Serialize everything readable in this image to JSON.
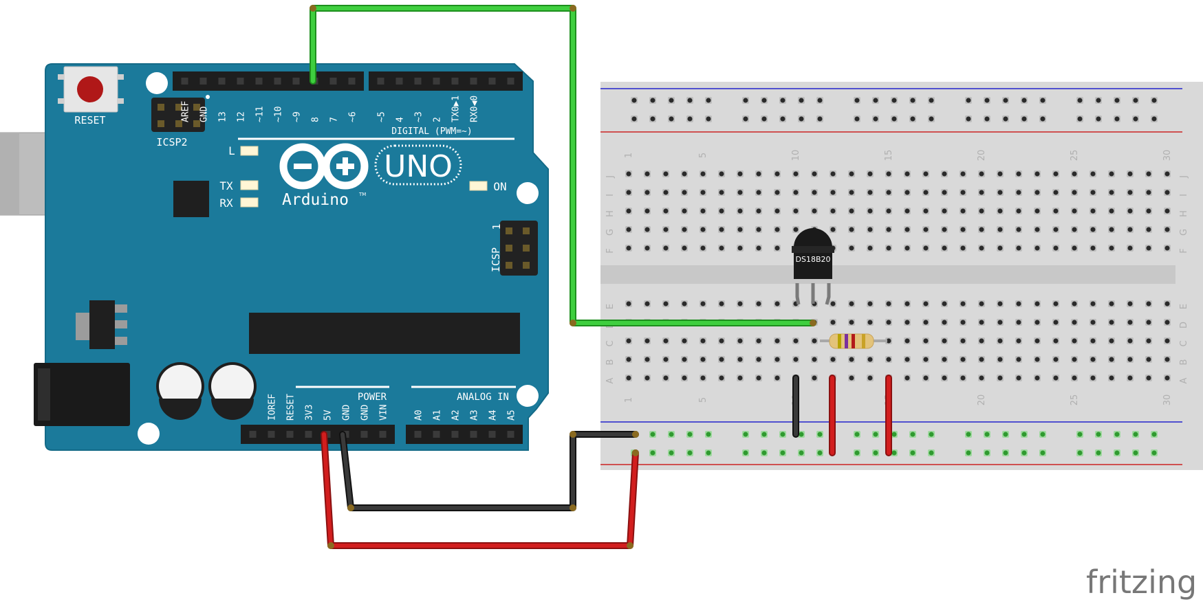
{
  "colors": {
    "board": "#1b7a9b",
    "board_edge": "#146a87",
    "silk": "#ffffff",
    "breadboard": "#d9d9d9",
    "breadboard_dark": "#c7c7c7",
    "rail_blue": "#2222cc",
    "rail_red": "#cc2222",
    "wire_green": "#2fbf2f",
    "wire_red": "#cc1c1c",
    "wire_black": "#2a2a2a",
    "header": "#1e1e1e",
    "brand_text": "#777777"
  },
  "board": {
    "reset_label": "RESET",
    "icsp2_label": "ICSP2",
    "icsp_label": "ICSP",
    "icsp_pin1": "1",
    "brand": "Arduino",
    "brand_tm": "TM",
    "model": "UNO",
    "led_l": "L",
    "led_tx": "TX",
    "led_rx": "RX",
    "led_on": "ON",
    "digital_caption": "DIGITAL (PWM=~)",
    "digital_pins": [
      "AREF",
      "GND",
      "13",
      "12",
      "~11",
      "~10",
      "~9",
      "8",
      "7",
      "~6",
      "~5",
      "4",
      "~3",
      "2",
      "TX0▶1",
      "RX0◀0"
    ],
    "power_caption": "POWER",
    "power_pins": [
      "IOREF",
      "RESET",
      "3V3",
      "5V",
      "GND",
      "GND",
      "VIN"
    ],
    "analog_caption": "ANALOG IN",
    "analog_pins": [
      "A0",
      "A1",
      "A2",
      "A3",
      "A4",
      "A5"
    ]
  },
  "breadboard": {
    "row_letters_top": [
      "J",
      "I",
      "H",
      "G",
      "F"
    ],
    "row_letters_bottom": [
      "E",
      "D",
      "C",
      "B",
      "A"
    ],
    "column_numbers": [
      "1",
      "5",
      "10",
      "15",
      "20",
      "25",
      "30"
    ]
  },
  "sensor": {
    "label": "DS18B20"
  },
  "watermark": "fritzing"
}
